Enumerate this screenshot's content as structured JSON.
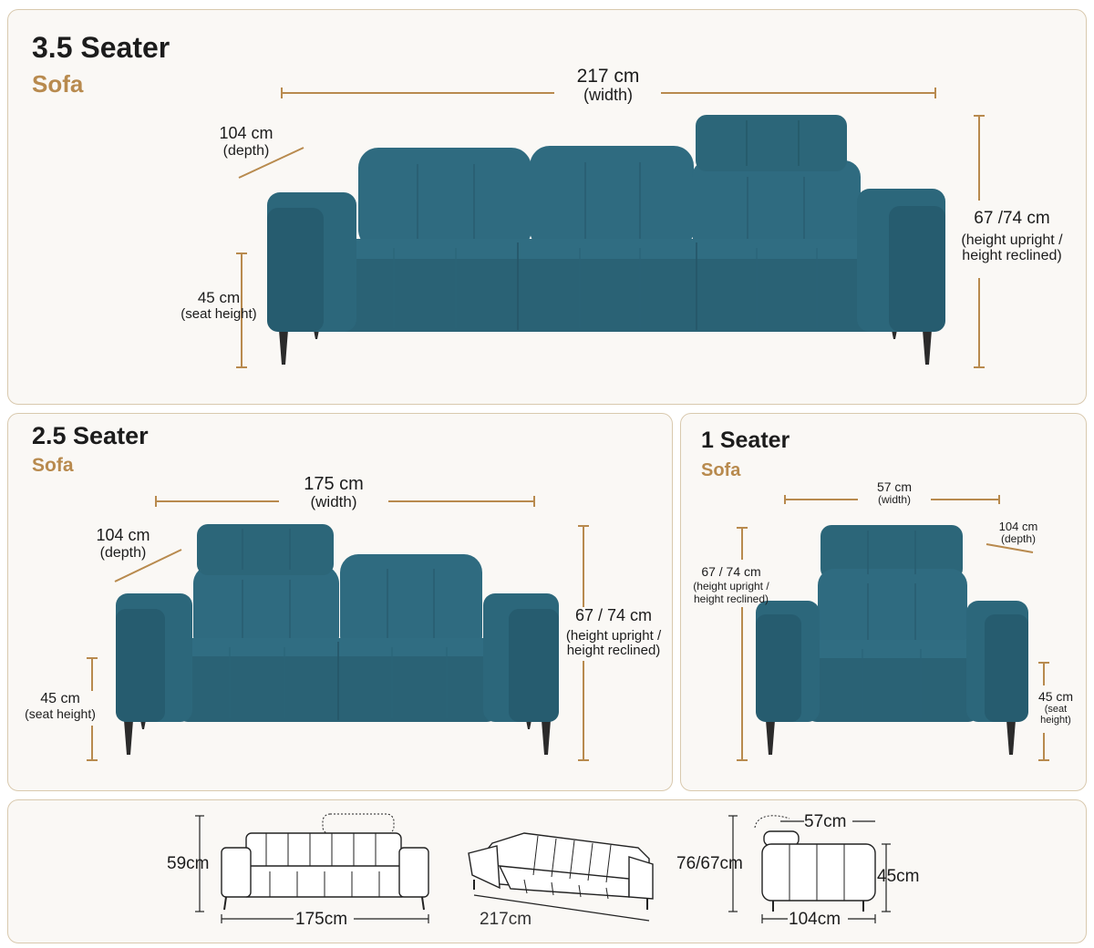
{
  "colors": {
    "accent": "#b88a4e",
    "sofa_fabric": "#2f6b80",
    "sofa_fabric_dark": "#245a6c",
    "panel_bg": "#faf8f5",
    "panel_border": "#d9c9ae"
  },
  "panel_35": {
    "title": "3.5 Seater",
    "subtitle": "Sofa",
    "width": {
      "value": "217 cm",
      "label": "(width)"
    },
    "depth": {
      "value": "104 cm",
      "label": "(depth)"
    },
    "seat": {
      "value": "45 cm",
      "label": "(seat height)"
    },
    "height": {
      "value": "67 /74 cm",
      "label1": "(height upright /",
      "label2": "height reclined)"
    }
  },
  "panel_25": {
    "title": "2.5 Seater",
    "subtitle": "Sofa",
    "width": {
      "value": "175 cm",
      "label": "(width)"
    },
    "depth": {
      "value": "104 cm",
      "label": "(depth)"
    },
    "seat": {
      "value": "45 cm",
      "label": "(seat height)"
    },
    "height": {
      "value": "67 / 74 cm",
      "label1": "(height upright /",
      "label2": "height reclined)"
    }
  },
  "panel_1": {
    "title": "1 Seater",
    "subtitle": "Sofa",
    "width": {
      "value": "57 cm",
      "label": "(width)"
    },
    "depth": {
      "value": "104 cm",
      "label": "(depth)"
    },
    "seat": {
      "value": "45 cm",
      "label1": "(seat",
      "label2": "height)"
    },
    "height": {
      "value": "67 / 74 cm",
      "label1": "(height upright /",
      "label2": "height reclined)"
    }
  },
  "drawings": {
    "front_height": "59cm",
    "front_width": "175cm",
    "perspective_width": "217cm",
    "side_height": "76/67cm",
    "side_top": "57cm",
    "side_seat": "45cm",
    "side_depth": "104cm"
  }
}
